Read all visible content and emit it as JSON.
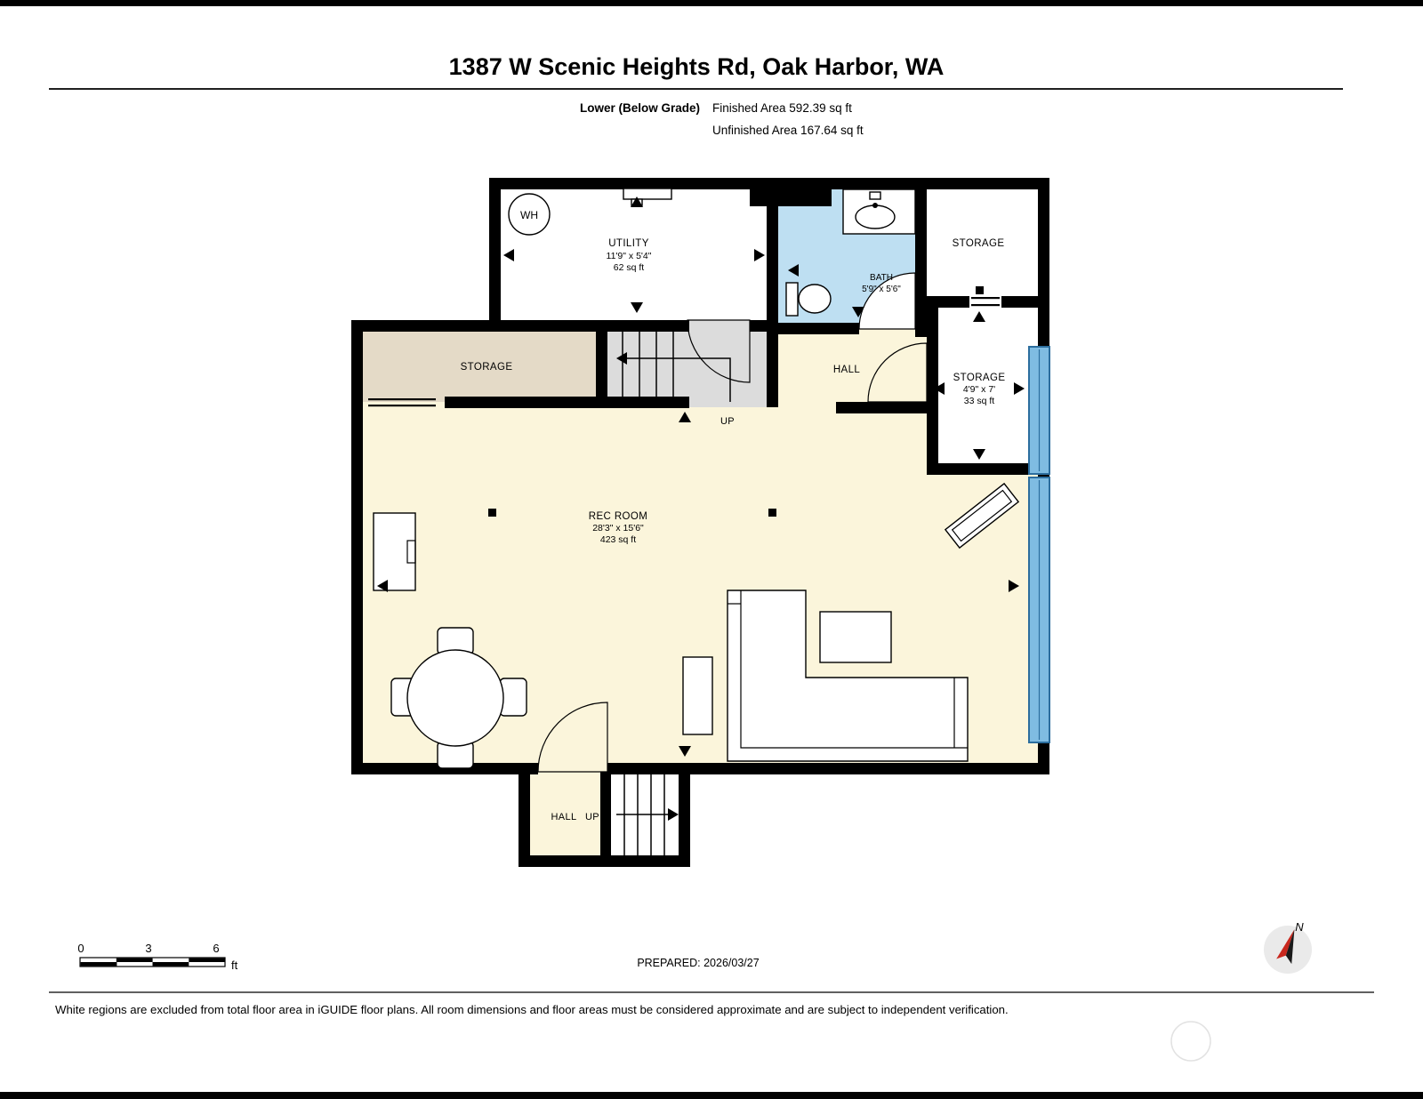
{
  "header": {
    "title": "1387 W Scenic Heights Rd, Oak Harbor, WA",
    "floor_label": "Lower (Below Grade)",
    "finished_area": "Finished Area 592.39 sq ft",
    "unfinished_area": "Unfinished Area 167.64 sq ft"
  },
  "plan": {
    "rooms": {
      "utility": {
        "name": "UTILITY",
        "dims": "11'9\" x 5'4\"",
        "area": "62 sq ft"
      },
      "bath": {
        "name": "BATH",
        "dims": "5'9\" x 5'6\""
      },
      "storage_top": {
        "name": "STORAGE"
      },
      "storage_left": {
        "name": "STORAGE"
      },
      "hall": {
        "name": "HALL"
      },
      "storage_right": {
        "name": "STORAGE",
        "dims": "4'9\" x 7'",
        "area": "33 sq ft"
      },
      "rec_room": {
        "name": "REC ROOM",
        "dims": "28'3\" x 15'6\"",
        "area": "423 sq ft"
      },
      "hall_lower": {
        "name": "HALL"
      }
    },
    "labels": {
      "up_main": "UP",
      "up_lower": "UP",
      "water_heater": "WH"
    }
  },
  "footer": {
    "scale": {
      "tick_0": "0",
      "tick_3": "3",
      "tick_6": "6",
      "unit": "ft"
    },
    "prepared": "PREPARED: 2026/03/27",
    "compass_north": "N",
    "disclaimer": "White regions are excluded from total floor area in iGUIDE floor plans. All room dimensions and floor areas must be considered approximate and are subject to independent verification."
  },
  "colors": {
    "finished_floor": "#FBF5DB",
    "bath_floor": "#BEDFF2",
    "storage_left_floor": "#E4DAC7",
    "stairs_floor": "#DCDCDC",
    "window_fill": "#7FBCE2",
    "window_edge": "#2C6E9E",
    "wall": "#000000"
  }
}
